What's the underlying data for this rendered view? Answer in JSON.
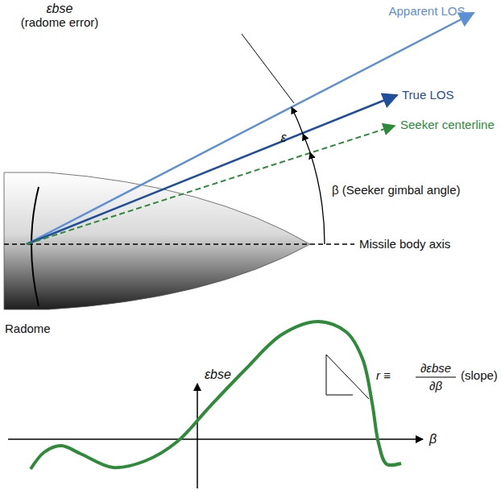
{
  "diagram": {
    "labels": [
      "Apparent LOS",
      "εbse",
      "(radome error)",
      "True LOS",
      "ε",
      "Seeker centerline",
      "β (Seeker gimbal angle)",
      "Missile body axis",
      "Radome",
      "εbse",
      "r ≡",
      "∂εbse",
      "∂β",
      "(slope)",
      "β"
    ]
  }
}
